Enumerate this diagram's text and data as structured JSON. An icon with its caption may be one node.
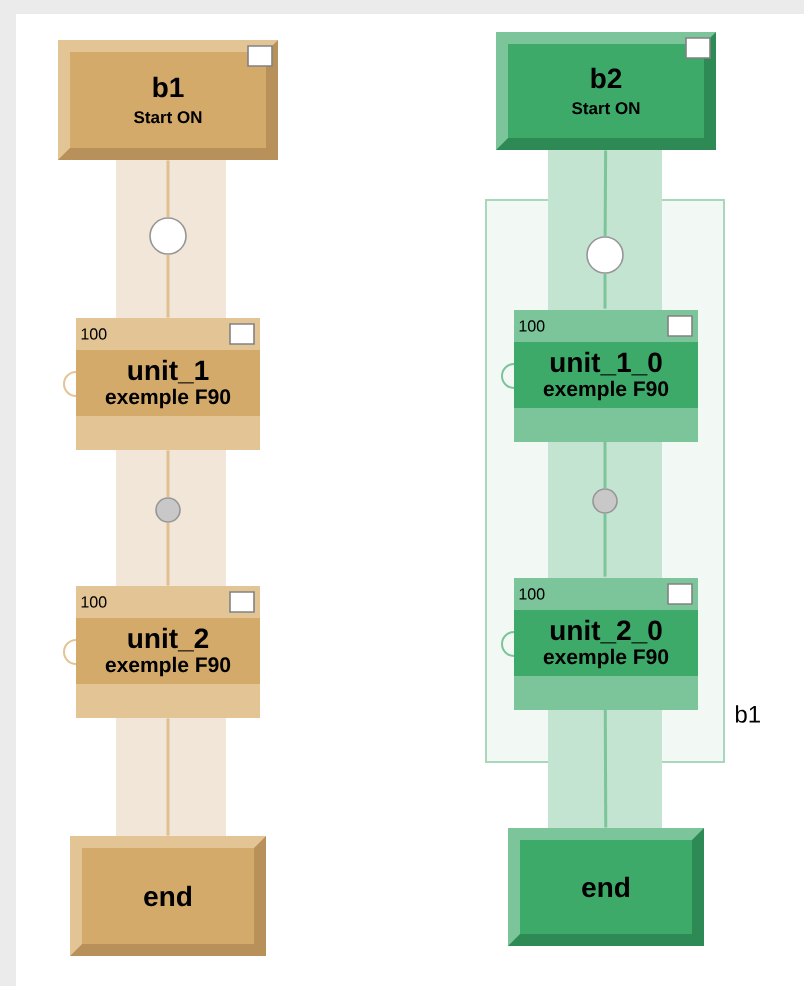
{
  "diagram": {
    "nodes": [
      {
        "text": [
          "b1",
          "Start ON"
        ]
      },
      {
        "text": [],
        "shape": "circle"
      },
      {
        "text": [
          "100",
          "unit_1",
          "exemple F90"
        ]
      },
      {
        "text": [],
        "shape": "circle"
      },
      {
        "text": [
          "100",
          "unit_2",
          "exemple F90"
        ]
      },
      {
        "text": [
          "end"
        ]
      },
      {
        "text": [
          "b2",
          "Start ON"
        ]
      },
      {
        "text": [
          "b1"
        ]
      },
      {
        "text": [],
        "shape": "circle",
        "in": 7
      },
      {
        "text": [
          "100",
          "unit_1_0",
          "exemple F90"
        ],
        "in": 7
      },
      {
        "text": [],
        "shape": "circle",
        "in": 7
      },
      {
        "text": [
          "100",
          "unit_2_0",
          "exemple F90"
        ],
        "in": 7
      },
      {
        "text": [
          "end"
        ]
      }
    ],
    "edges": [
      {
        "from": 0,
        "to": 1,
        "arrow": "none",
        "color": "#e0c090"
      },
      {
        "from": 1,
        "to": 2,
        "arrow": "none",
        "color": "#e0c090"
      },
      {
        "from": 2,
        "to": 3,
        "arrow": "none",
        "color": "#e0c090"
      },
      {
        "from": 3,
        "to": 4,
        "arrow": "none",
        "color": "#e0c090"
      },
      {
        "from": 4,
        "to": 5,
        "arrow": "none",
        "color": "#e0c090"
      },
      {
        "from": 6,
        "to": 8,
        "arrow": "none",
        "color": "#7cc49a"
      },
      {
        "from": 8,
        "to": 9,
        "arrow": "none",
        "color": "#7cc49a"
      },
      {
        "from": 9,
        "to": 10,
        "arrow": "none",
        "color": "#7cc49a"
      },
      {
        "from": 10,
        "to": 11,
        "arrow": "none",
        "color": "#7cc49a"
      },
      {
        "from": 11,
        "to": 12,
        "arrow": "none",
        "color": "#7cc49a"
      }
    ]
  }
}
